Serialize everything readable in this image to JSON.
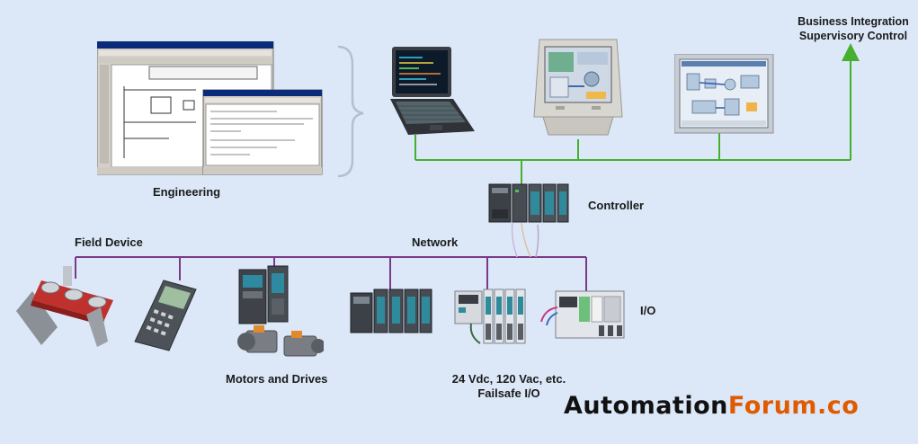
{
  "labels": {
    "business_line1": "Business Integration",
    "business_line2": "Supervisory Control",
    "engineering": "Engineering",
    "controller": "Controller",
    "field_device": "Field Device",
    "network": "Network",
    "io": "I/O",
    "motors_drives": "Motors and Drives",
    "io_spec_line1": "24 Vdc, 120 Vac, etc.",
    "io_spec_line2": "Failsafe I/O"
  },
  "brand": {
    "part1": "Automation",
    "part2": "Forum.co",
    "color1": "#111111",
    "color2": "#e05a00"
  },
  "colors": {
    "supervisory_network": "#44b02e",
    "field_network": "#7a3a86",
    "background": "#dce8f8"
  }
}
